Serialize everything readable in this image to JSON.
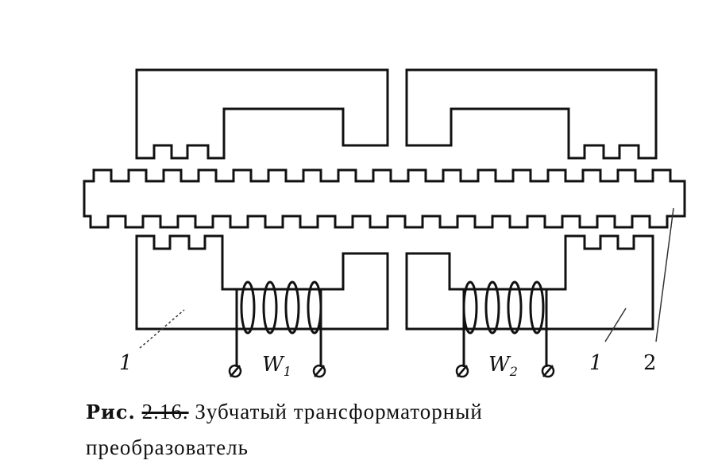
{
  "labels": {
    "core_left": "1",
    "core_right": "1",
    "rack": "2",
    "winding1_main": "W",
    "winding1_sub": "1",
    "winding2_main": "W",
    "winding2_sub": "2"
  },
  "caption": {
    "prefix": "Рис.",
    "number": "2.16.",
    "title_line1": "Зубчатый трансформаторный",
    "title_line2": "преобразователь"
  }
}
